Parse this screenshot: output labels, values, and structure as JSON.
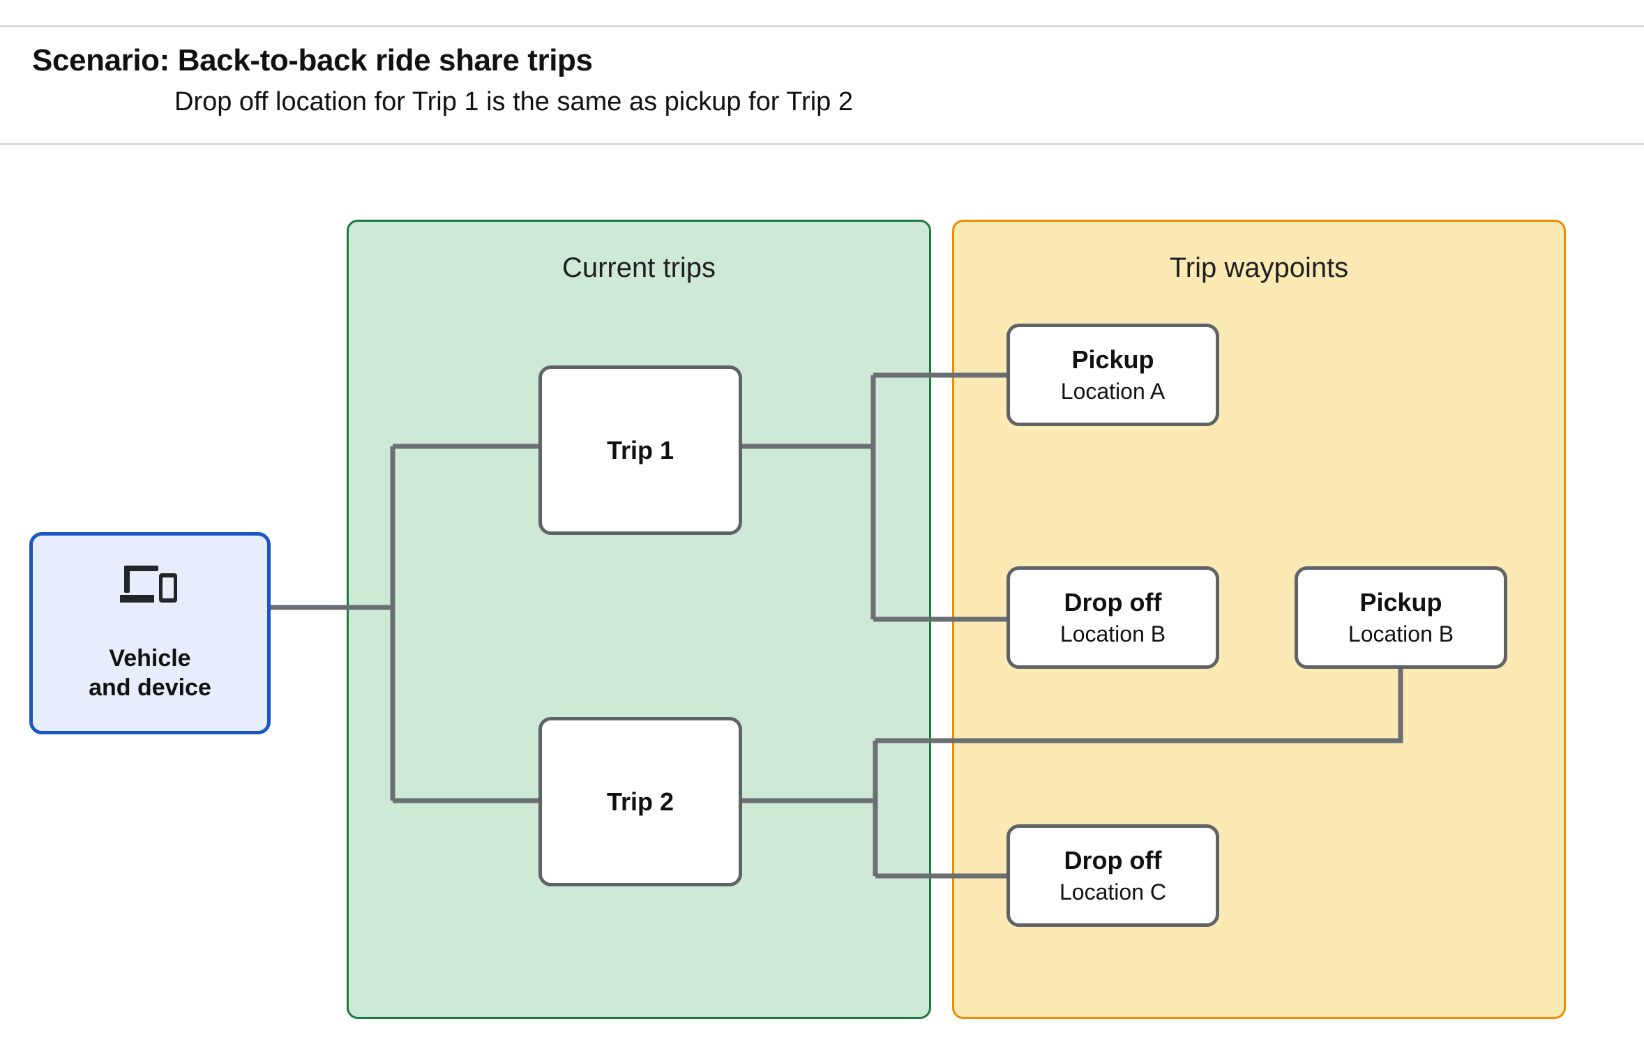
{
  "header": {
    "title": "Scenario: Back-to-back ride share trips",
    "subtitle": "Drop off  location for Trip 1 is the same as pickup for Trip 2"
  },
  "panels": {
    "current_trips": {
      "title": "Current trips",
      "fill": "#cfe9d7",
      "border": "#1a7b3c"
    },
    "trip_waypoints": {
      "title": "Trip waypoints",
      "fill": "#fceab4",
      "border": "#f28a00"
    }
  },
  "vehicle": {
    "icon": "devices-icon",
    "label_line1": "Vehicle",
    "label_line2": "and device",
    "fill": "#e7edfb",
    "border": "#1a56c4"
  },
  "trips": [
    {
      "label": "Trip 1"
    },
    {
      "label": "Trip 2"
    }
  ],
  "waypoints": [
    {
      "type": "Pickup",
      "location": "Location A"
    },
    {
      "type": "Drop off",
      "location": "Location B"
    },
    {
      "type": "Pickup",
      "location": "Location B"
    },
    {
      "type": "Drop off",
      "location": "Location C"
    }
  ],
  "connector_color": "#6b6f73"
}
